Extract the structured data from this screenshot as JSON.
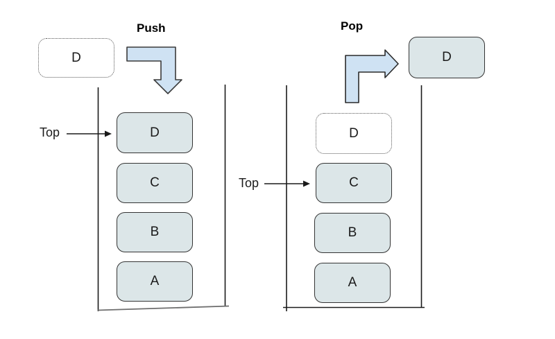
{
  "diagram": {
    "push_section": {
      "title": "Push",
      "incoming_item": "D",
      "top_label": "Top",
      "items": [
        "D",
        "C",
        "B",
        "A"
      ]
    },
    "pop_section": {
      "title": "Pop",
      "popped_item": "D",
      "removed_item": "D",
      "top_label": "Top",
      "items": [
        "C",
        "B",
        "A"
      ]
    },
    "colors": {
      "box_fill": "#dce6e8",
      "box_border": "#333333",
      "arrow_fill": "#cfe2f3",
      "arrow_border": "#3a3a3a",
      "wall_color": "#1a1a1a",
      "left_bottom_line": "#6e6e6e"
    }
  }
}
